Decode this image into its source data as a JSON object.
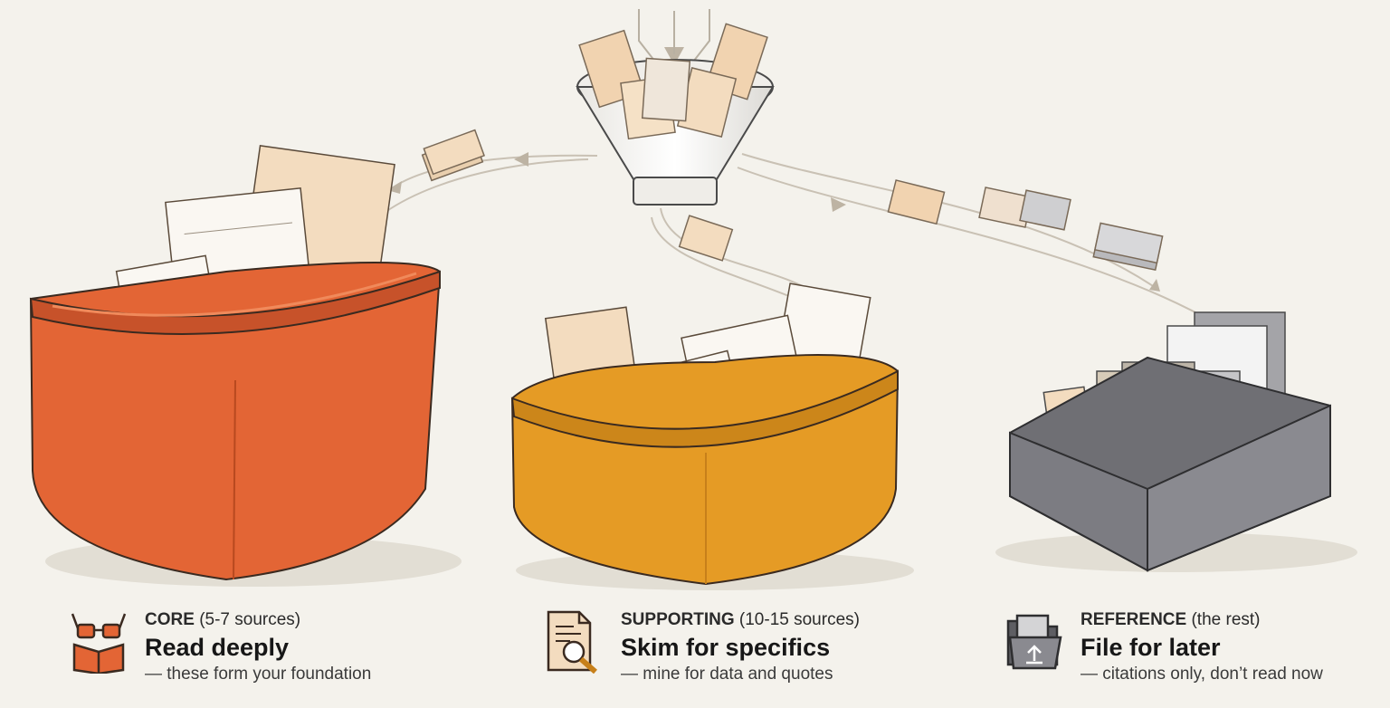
{
  "categories": [
    {
      "id": "core",
      "tag": "CORE",
      "count": "(5-7 sources)",
      "action": "Read deeply",
      "description": "— these form your foundation",
      "icon": "glasses-book-icon",
      "color": "#e2622f"
    },
    {
      "id": "supporting",
      "tag": "SUPPORTING",
      "count": "(10-15 sources)",
      "action": "Skim for specifics",
      "description": "— mine for data and quotes",
      "icon": "document-magnifier-icon",
      "color": "#e59b25"
    },
    {
      "id": "reference",
      "tag": "REFERENCE",
      "count": "(the rest)",
      "action": "File for later",
      "description": "— citations only, don’t read now",
      "icon": "folder-upload-icon",
      "color": "#8a8a90"
    }
  ],
  "scene_items": [
    "funnel-icon",
    "red-bin-icon",
    "yellow-tray-icon",
    "gray-file-box-icon",
    "document-icon",
    "folder-icon",
    "flow-arrow-icon"
  ]
}
